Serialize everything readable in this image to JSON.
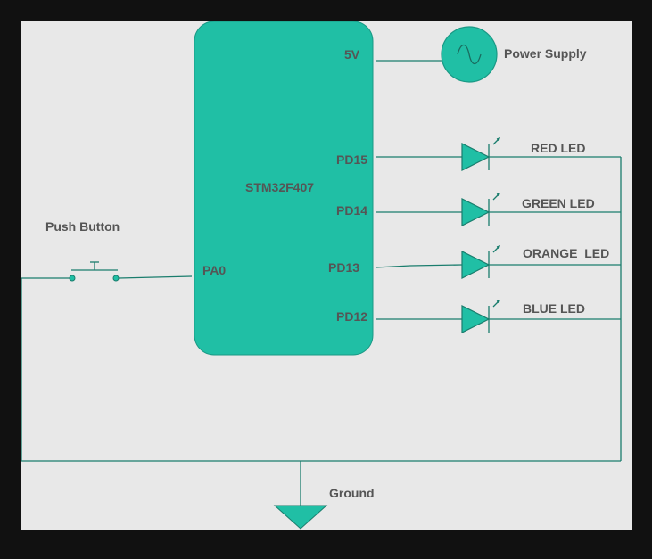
{
  "colors": {
    "frame": "#111111",
    "canvas": "#e8e8e8",
    "accent": "#20bfa5",
    "wire": "#1a7d6d",
    "text": "#555555"
  },
  "mcu": {
    "name": "STM32F407",
    "pins": {
      "vcc": "5V",
      "pd15": "PD15",
      "pd14": "PD14",
      "pd13": "PD13",
      "pd12": "PD12",
      "pa0": "PA0"
    }
  },
  "power": {
    "label": "Power Supply",
    "symbol": "ac-source-icon"
  },
  "leds": [
    {
      "label": "RED LED"
    },
    {
      "label": "GREEN LED"
    },
    {
      "label": "ORANGE  LED"
    },
    {
      "label": "BLUE LED"
    }
  ],
  "button": {
    "label": "Push Button"
  },
  "ground": {
    "label": "Ground"
  }
}
